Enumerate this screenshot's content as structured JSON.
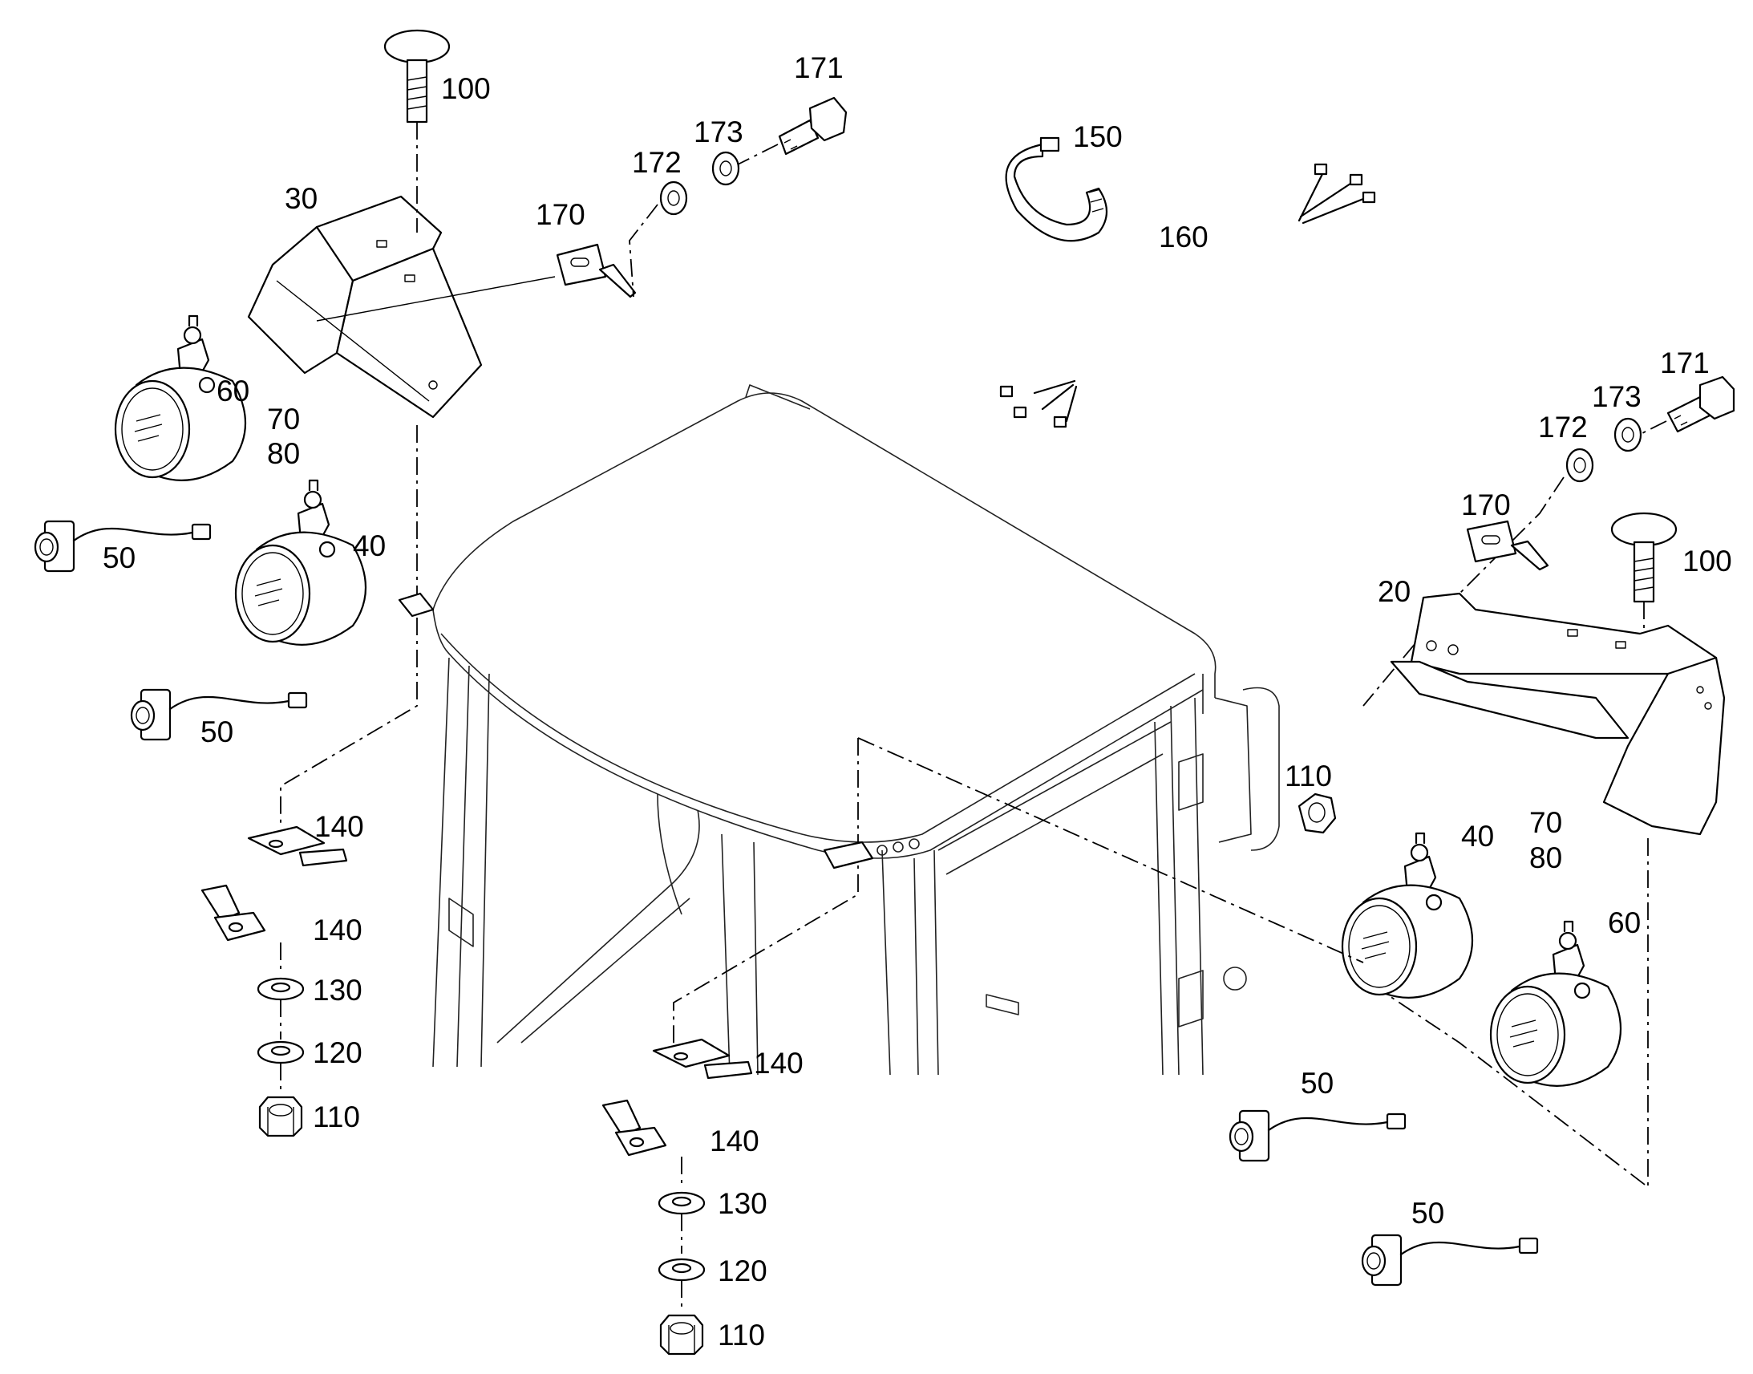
{
  "diagram": {
    "title": "",
    "labels": {
      "l100a": "100",
      "l171a": "171",
      "l173a": "173",
      "l172a": "172",
      "l170a": "170",
      "l30": "30",
      "l60a": "60",
      "l70a": "70",
      "l80a": "80",
      "l40a": "40",
      "l50a": "50",
      "l50b": "50",
      "l140a": "140",
      "l140b": "140",
      "l130a": "130",
      "l120a": "120",
      "l110a": "110",
      "l150": "150",
      "l160": "160",
      "l171b": "171",
      "l173b": "173",
      "l172b": "172",
      "l170b": "170",
      "l100b": "100",
      "l20": "20",
      "l110b": "110",
      "l40b": "40",
      "l70b": "70",
      "l80b": "80",
      "l60b": "60",
      "l140c": "140",
      "l140d": "140",
      "l130b": "130",
      "l120b": "120",
      "l110c": "110",
      "l50c": "50",
      "l50d": "50"
    }
  }
}
